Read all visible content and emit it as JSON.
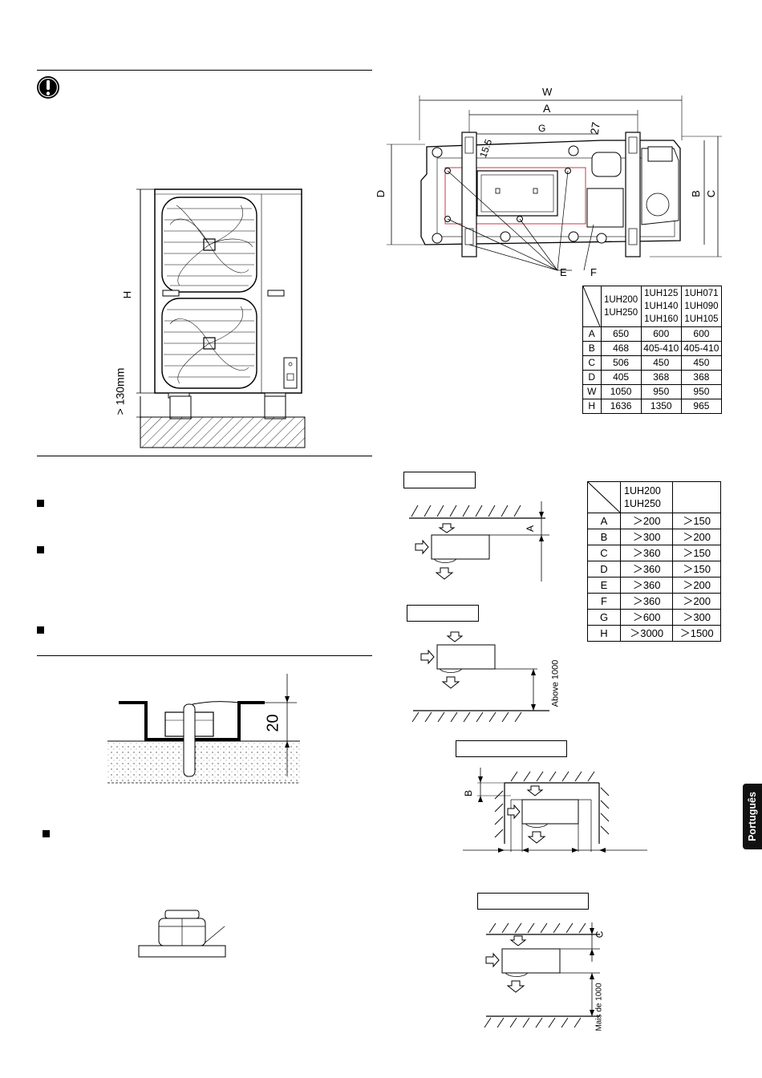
{
  "side_tab": {
    "label": "Português"
  },
  "unit_drawing": {
    "height_label": "H",
    "clearance_label": "> 130mm"
  },
  "top_view": {
    "labels": {
      "W": "W",
      "A": "A",
      "G": "G",
      "dim27": "27",
      "dim15": "15.5",
      "D": "D",
      "B": "B",
      "C": "C",
      "E": "E",
      "F": "F"
    }
  },
  "dimension_table": {
    "header": [
      "1UH200\n1UH250",
      "1UH125\n1UH140\n1UH160",
      "1UH071\n1UH090\n1UH105"
    ],
    "rows": [
      {
        "key": "A",
        "values": [
          "650",
          "600",
          "600"
        ]
      },
      {
        "key": "B",
        "values": [
          "468",
          "405-410",
          "405-410"
        ]
      },
      {
        "key": "C",
        "values": [
          "506",
          "450",
          "450"
        ]
      },
      {
        "key": "D",
        "values": [
          "405",
          "368",
          "368"
        ]
      },
      {
        "key": "W",
        "values": [
          "1050",
          "950",
          "950"
        ]
      },
      {
        "key": "H",
        "values": [
          "1636",
          "1350",
          "965"
        ]
      }
    ]
  },
  "clearance_table": {
    "header": [
      "1UH200\n1UH250",
      ""
    ],
    "rows": [
      {
        "key": "A",
        "values": [
          "＞200",
          "＞150"
        ]
      },
      {
        "key": "B",
        "values": [
          "＞300",
          "＞200"
        ]
      },
      {
        "key": "C",
        "values": [
          "＞360",
          "＞150"
        ]
      },
      {
        "key": "D",
        "values": [
          "＞360",
          "＞150"
        ]
      },
      {
        "key": "E",
        "values": [
          "＞360",
          "＞200"
        ]
      },
      {
        "key": "F",
        "values": [
          "＞360",
          "＞200"
        ]
      },
      {
        "key": "G",
        "values": [
          "＞600",
          "＞300"
        ]
      },
      {
        "key": "H",
        "values": [
          "＞3000",
          "＞1500"
        ]
      }
    ]
  },
  "clearance_diagrams": {
    "d1_label": "A",
    "d2_label": "Above 1000",
    "d3_label": "B",
    "d4_label_c": "C",
    "d4_label_bottom": "Mais de 1000"
  },
  "anchor_detail": {
    "dim": "20"
  }
}
